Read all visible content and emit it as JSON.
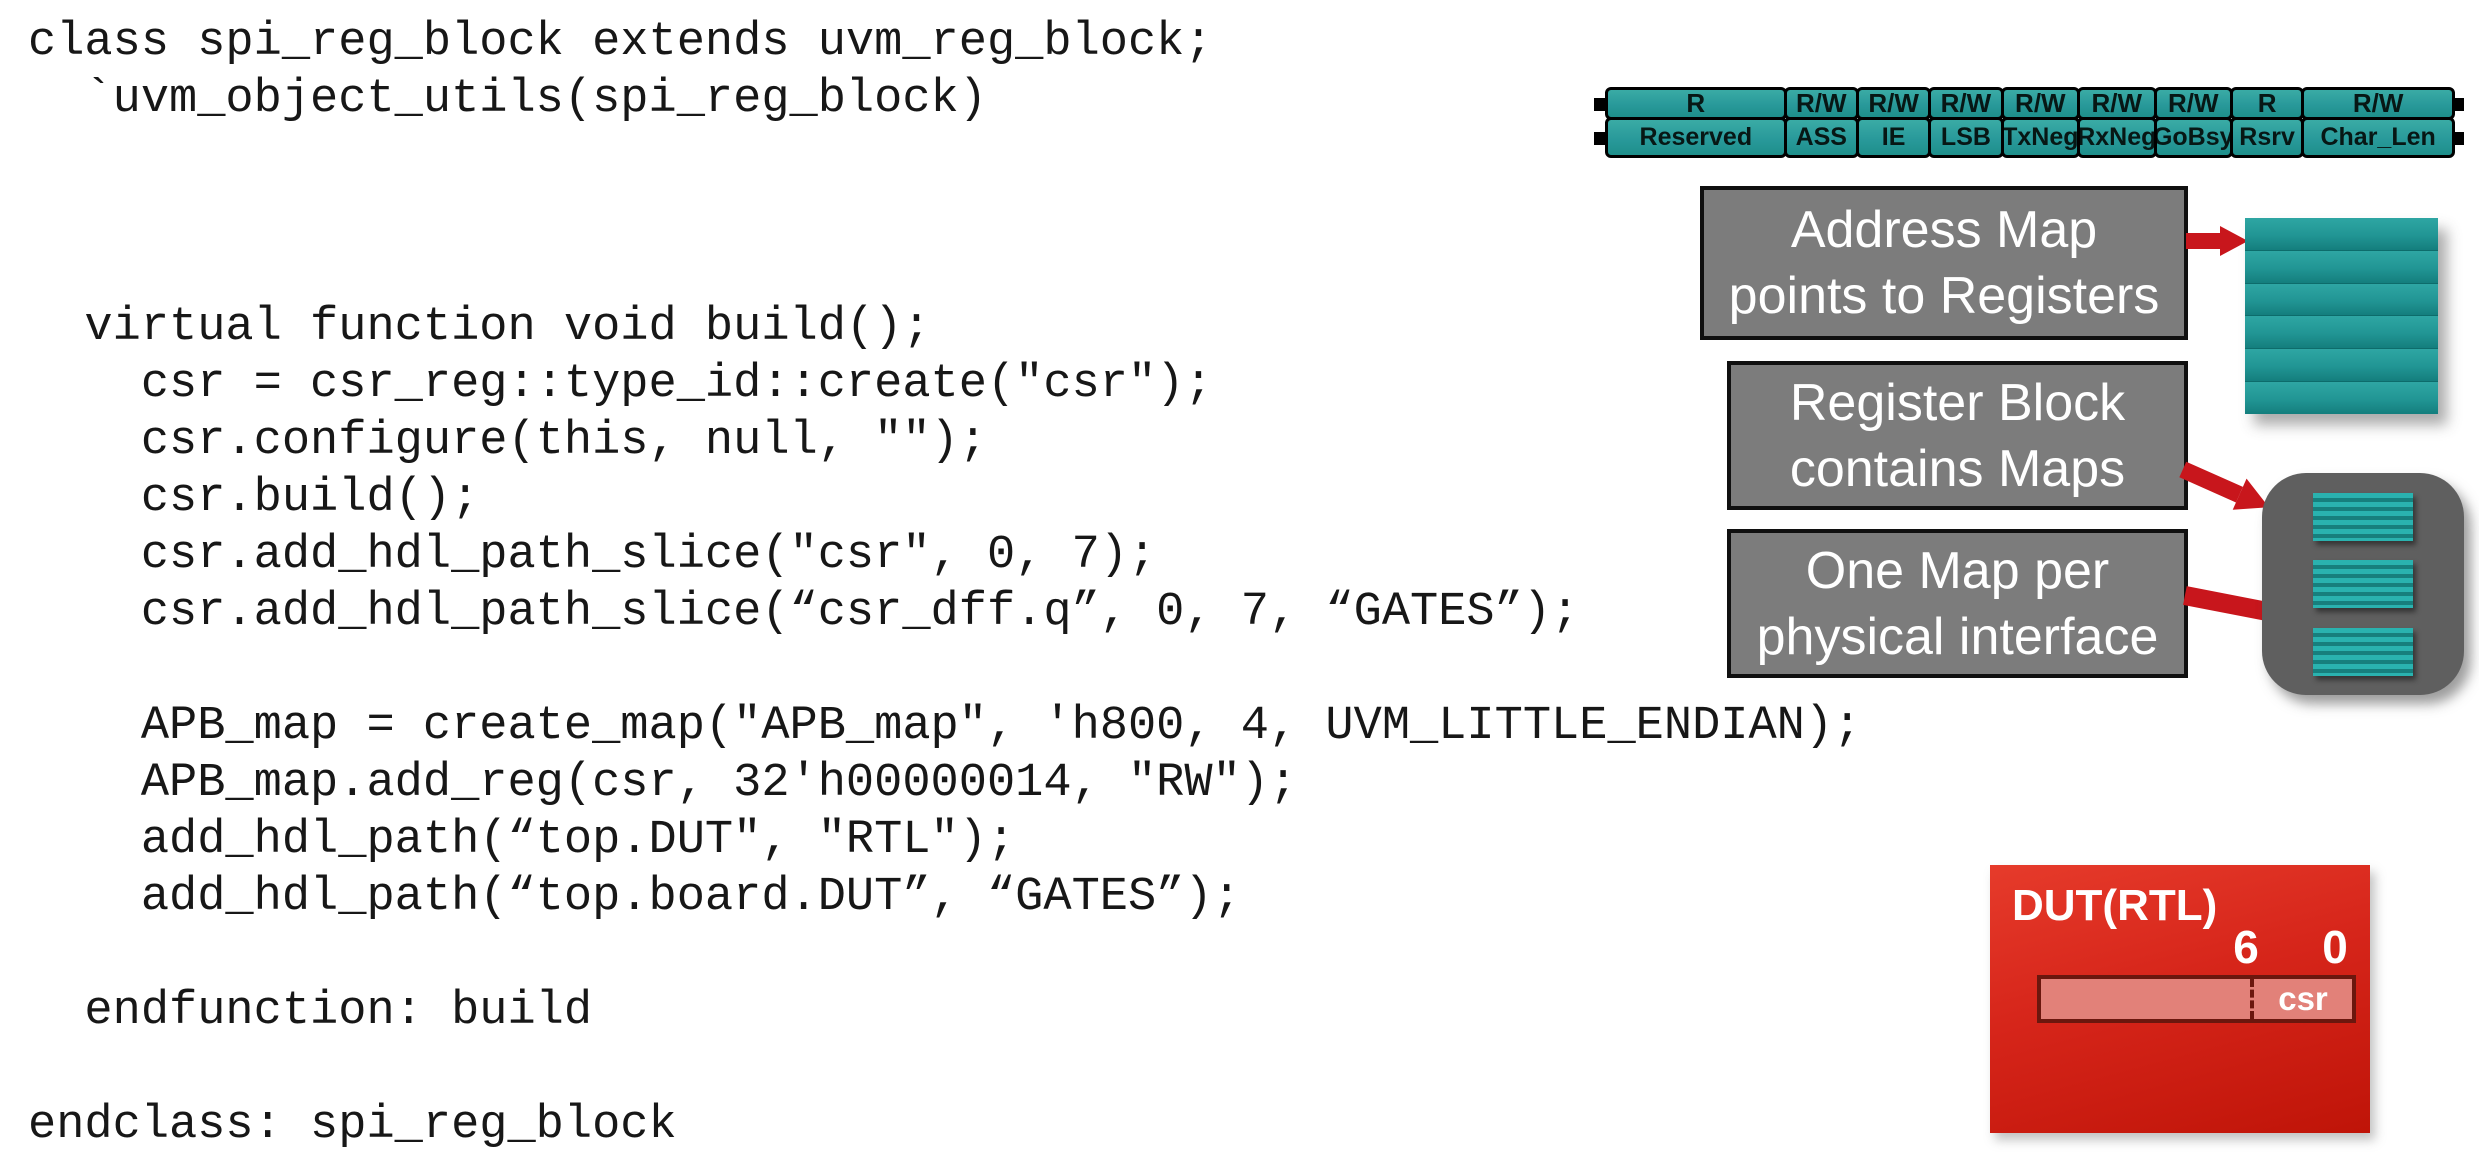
{
  "code": {
    "text": "class spi_reg_block extends uvm_reg_block;\n  `uvm_object_utils(spi_reg_block)\n\n\n\n  virtual function void build();\n    csr = csr_reg::type_id::create(\"csr\");\n    csr.configure(this, null, \"\");\n    csr.build();\n    csr.add_hdl_path_slice(\"csr\", 0, 7);\n    csr.add_hdl_path_slice(“csr_dff.q”, 0, 7, “GATES”);\n\n    APB_map = create_map(\"APB_map\", 'h800, 4, UVM_LITTLE_ENDIAN);\n    APB_map.add_reg(csr, 32'h00000014, \"RW\");\n    add_hdl_path(“top.DUT\", \"RTL\");\n    add_hdl_path(“top.board.DUT”, “GATES”);\n\n  endfunction: build\n\nendclass: spi_reg_block"
  },
  "register_field_diagram": {
    "fields": [
      {
        "access": "R",
        "name": "Reserved",
        "w": 176
      },
      {
        "access": "R/W",
        "name": "ASS",
        "w": 73
      },
      {
        "access": "R/W",
        "name": "IE",
        "w": 73
      },
      {
        "access": "R/W",
        "name": "LSB",
        "w": 73
      },
      {
        "access": "R/W",
        "name": "TxNeg",
        "w": 77
      },
      {
        "access": "R/W",
        "name": "RxNeg",
        "w": 77
      },
      {
        "access": "R/W",
        "name": "GoBsy",
        "w": 77
      },
      {
        "access": "R",
        "name": "Rsrv",
        "w": 72
      },
      {
        "access": "R/W",
        "name": "Char_Len",
        "w": 149
      }
    ]
  },
  "callouts": {
    "address_map": {
      "line1": "Address Map",
      "line2": "points to Registers"
    },
    "register_block": {
      "line1": "Register Block",
      "line2": "contains Maps"
    },
    "one_map": {
      "line1": "One Map per",
      "line2": "physical interface"
    }
  },
  "register_stack": {
    "slab_count": 6
  },
  "map_container": {
    "map_count": 3
  },
  "dut": {
    "title": "DUT(RTL)",
    "bit_high": "6",
    "bit_low": "0",
    "field_label": "csr"
  },
  "colors": {
    "teal_field": "#2b9e9a",
    "teal_stack": "#219594",
    "callout_gray": "#7c7c7c",
    "map_container_gray": "#5f5f5f",
    "arrow_red": "#c8161c",
    "dut_red": "#d6251a",
    "dut_bar_salmon": "#e28179",
    "code_text": "#171717"
  }
}
